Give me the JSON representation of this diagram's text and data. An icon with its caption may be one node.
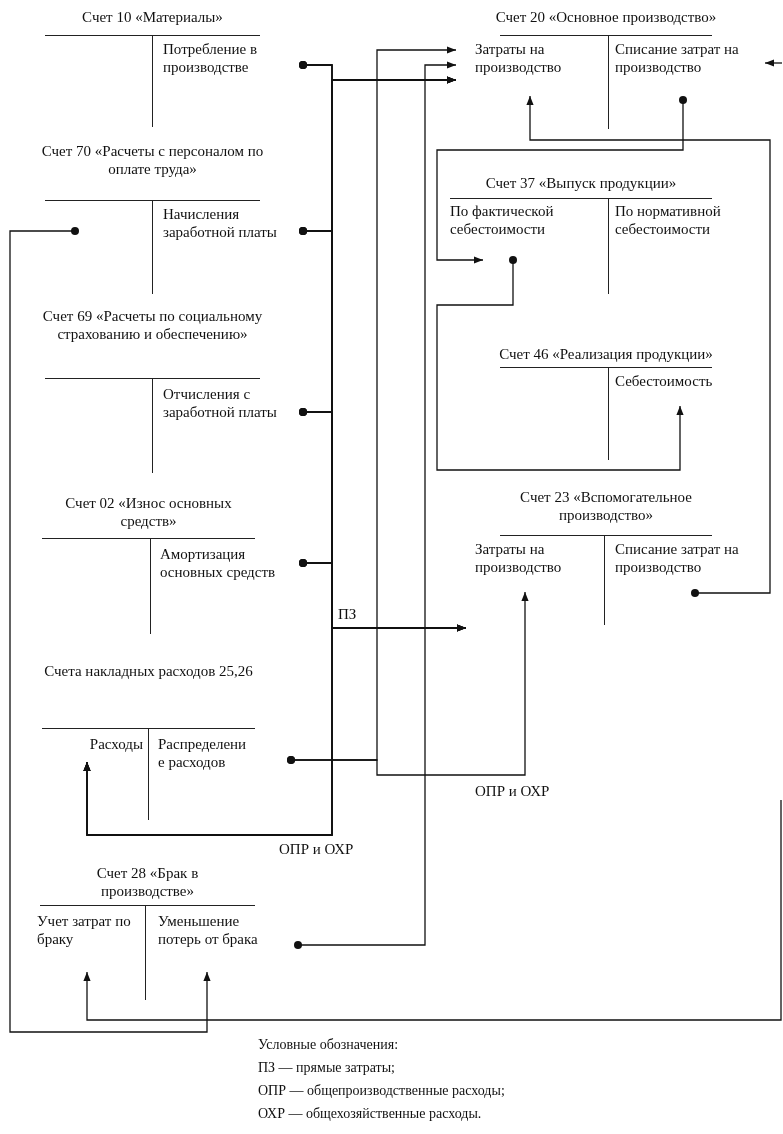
{
  "diagram": {
    "nodes": [
      {
        "text": [
          "Счет 10 «Материалы»"
        ]
      },
      {
        "text": [
          "Потребление в производстве"
        ],
        "in": 0
      },
      {
        "text": [
          "Счет 20 «Основное производство»"
        ]
      },
      {
        "text": [
          "Затраты на производство"
        ],
        "in": 2
      },
      {
        "text": [
          "Списание затрат на производство"
        ],
        "in": 2
      },
      {
        "text": [
          "Счет 70 «Расчеты с персоналом по оплате труда»"
        ]
      },
      {
        "text": [
          "Начисления заработной платы"
        ],
        "in": 5
      },
      {
        "text": [
          "Счет 37 «Выпуск продукции»"
        ]
      },
      {
        "text": [
          "По фактической себестоимости"
        ],
        "in": 7
      },
      {
        "text": [
          "По нормативной себестоимости"
        ],
        "in": 7
      },
      {
        "text": [
          "Счет 69 «Расчеты по социальному страхованию и обеспечению»"
        ]
      },
      {
        "text": [
          "Отчисления с заработной платы"
        ],
        "in": 10
      },
      {
        "text": [
          "Счет 46 «Реализация продукции»"
        ]
      },
      {
        "text": [
          "Себестоимость"
        ],
        "in": 12
      },
      {
        "text": [
          "Счет 02 «Износ основных средств»"
        ]
      },
      {
        "text": [
          "Амортизация основных средств"
        ],
        "in": 14
      },
      {
        "text": [
          "Счет 23 «Вспомогательное производство»"
        ]
      },
      {
        "text": [
          "Затраты на производство"
        ],
        "in": 16
      },
      {
        "text": [
          "Списание затрат на производство"
        ],
        "in": 16
      },
      {
        "text": [
          "Счета накладных расходов 25,26"
        ]
      },
      {
        "text": [
          "Расходы"
        ],
        "in": 19
      },
      {
        "text": [
          "Распределени е расходов"
        ],
        "in": 19
      },
      {
        "text": [
          "Счет 28 «Брак в производстве»"
        ]
      },
      {
        "text": [
          "Учет затрат по браку"
        ],
        "in": 22
      },
      {
        "text": [
          "Уменьшение потерь от брака"
        ],
        "in": 22
      }
    ],
    "edges": [
      {
        "from": 1,
        "to": 3,
        "arrow": "to"
      },
      {
        "from": 1,
        "to": 17,
        "arrow": "to"
      },
      {
        "from": 1,
        "to": 20,
        "arrow": "to"
      },
      {
        "from": 6,
        "to": 3,
        "arrow": "to"
      },
      {
        "from": 6,
        "to": 17,
        "arrow": "to"
      },
      {
        "from": 6,
        "to": 20,
        "arrow": "to"
      },
      {
        "from": 11,
        "to": 3,
        "arrow": "to"
      },
      {
        "from": 11,
        "to": 17,
        "arrow": "to"
      },
      {
        "from": 11,
        "to": 20,
        "arrow": "to"
      },
      {
        "from": 15,
        "to": 3,
        "arrow": "to"
      },
      {
        "from": 15,
        "to": 17,
        "arrow": "to"
      },
      {
        "from": 15,
        "to": 20,
        "arrow": "to"
      },
      {
        "from": 21,
        "to": 3,
        "arrow": "to"
      },
      {
        "from": 21,
        "to": 17,
        "arrow": "to"
      },
      {
        "from": 24,
        "to": 3,
        "arrow": "to"
      },
      {
        "from": null,
        "to": 4,
        "arrow": "to"
      },
      {
        "from": 18,
        "to": 3,
        "arrow": "to"
      },
      {
        "from": 4,
        "to": 8,
        "arrow": "to"
      },
      {
        "from": 8,
        "to": 13,
        "arrow": "to"
      },
      {
        "from": null,
        "to": 23,
        "arrow": "to"
      },
      {
        "from": 5,
        "to": 24,
        "arrow": "to"
      }
    ],
    "labels": [
      "ПЗ",
      "ОПР и ОХР",
      "ОПР и ОХР",
      "Условные обозначения:",
      "ПЗ — прямые затраты;",
      "ОПР — общепроизводственные расходы;",
      "ОХР — общехозяйственные расходы."
    ]
  }
}
